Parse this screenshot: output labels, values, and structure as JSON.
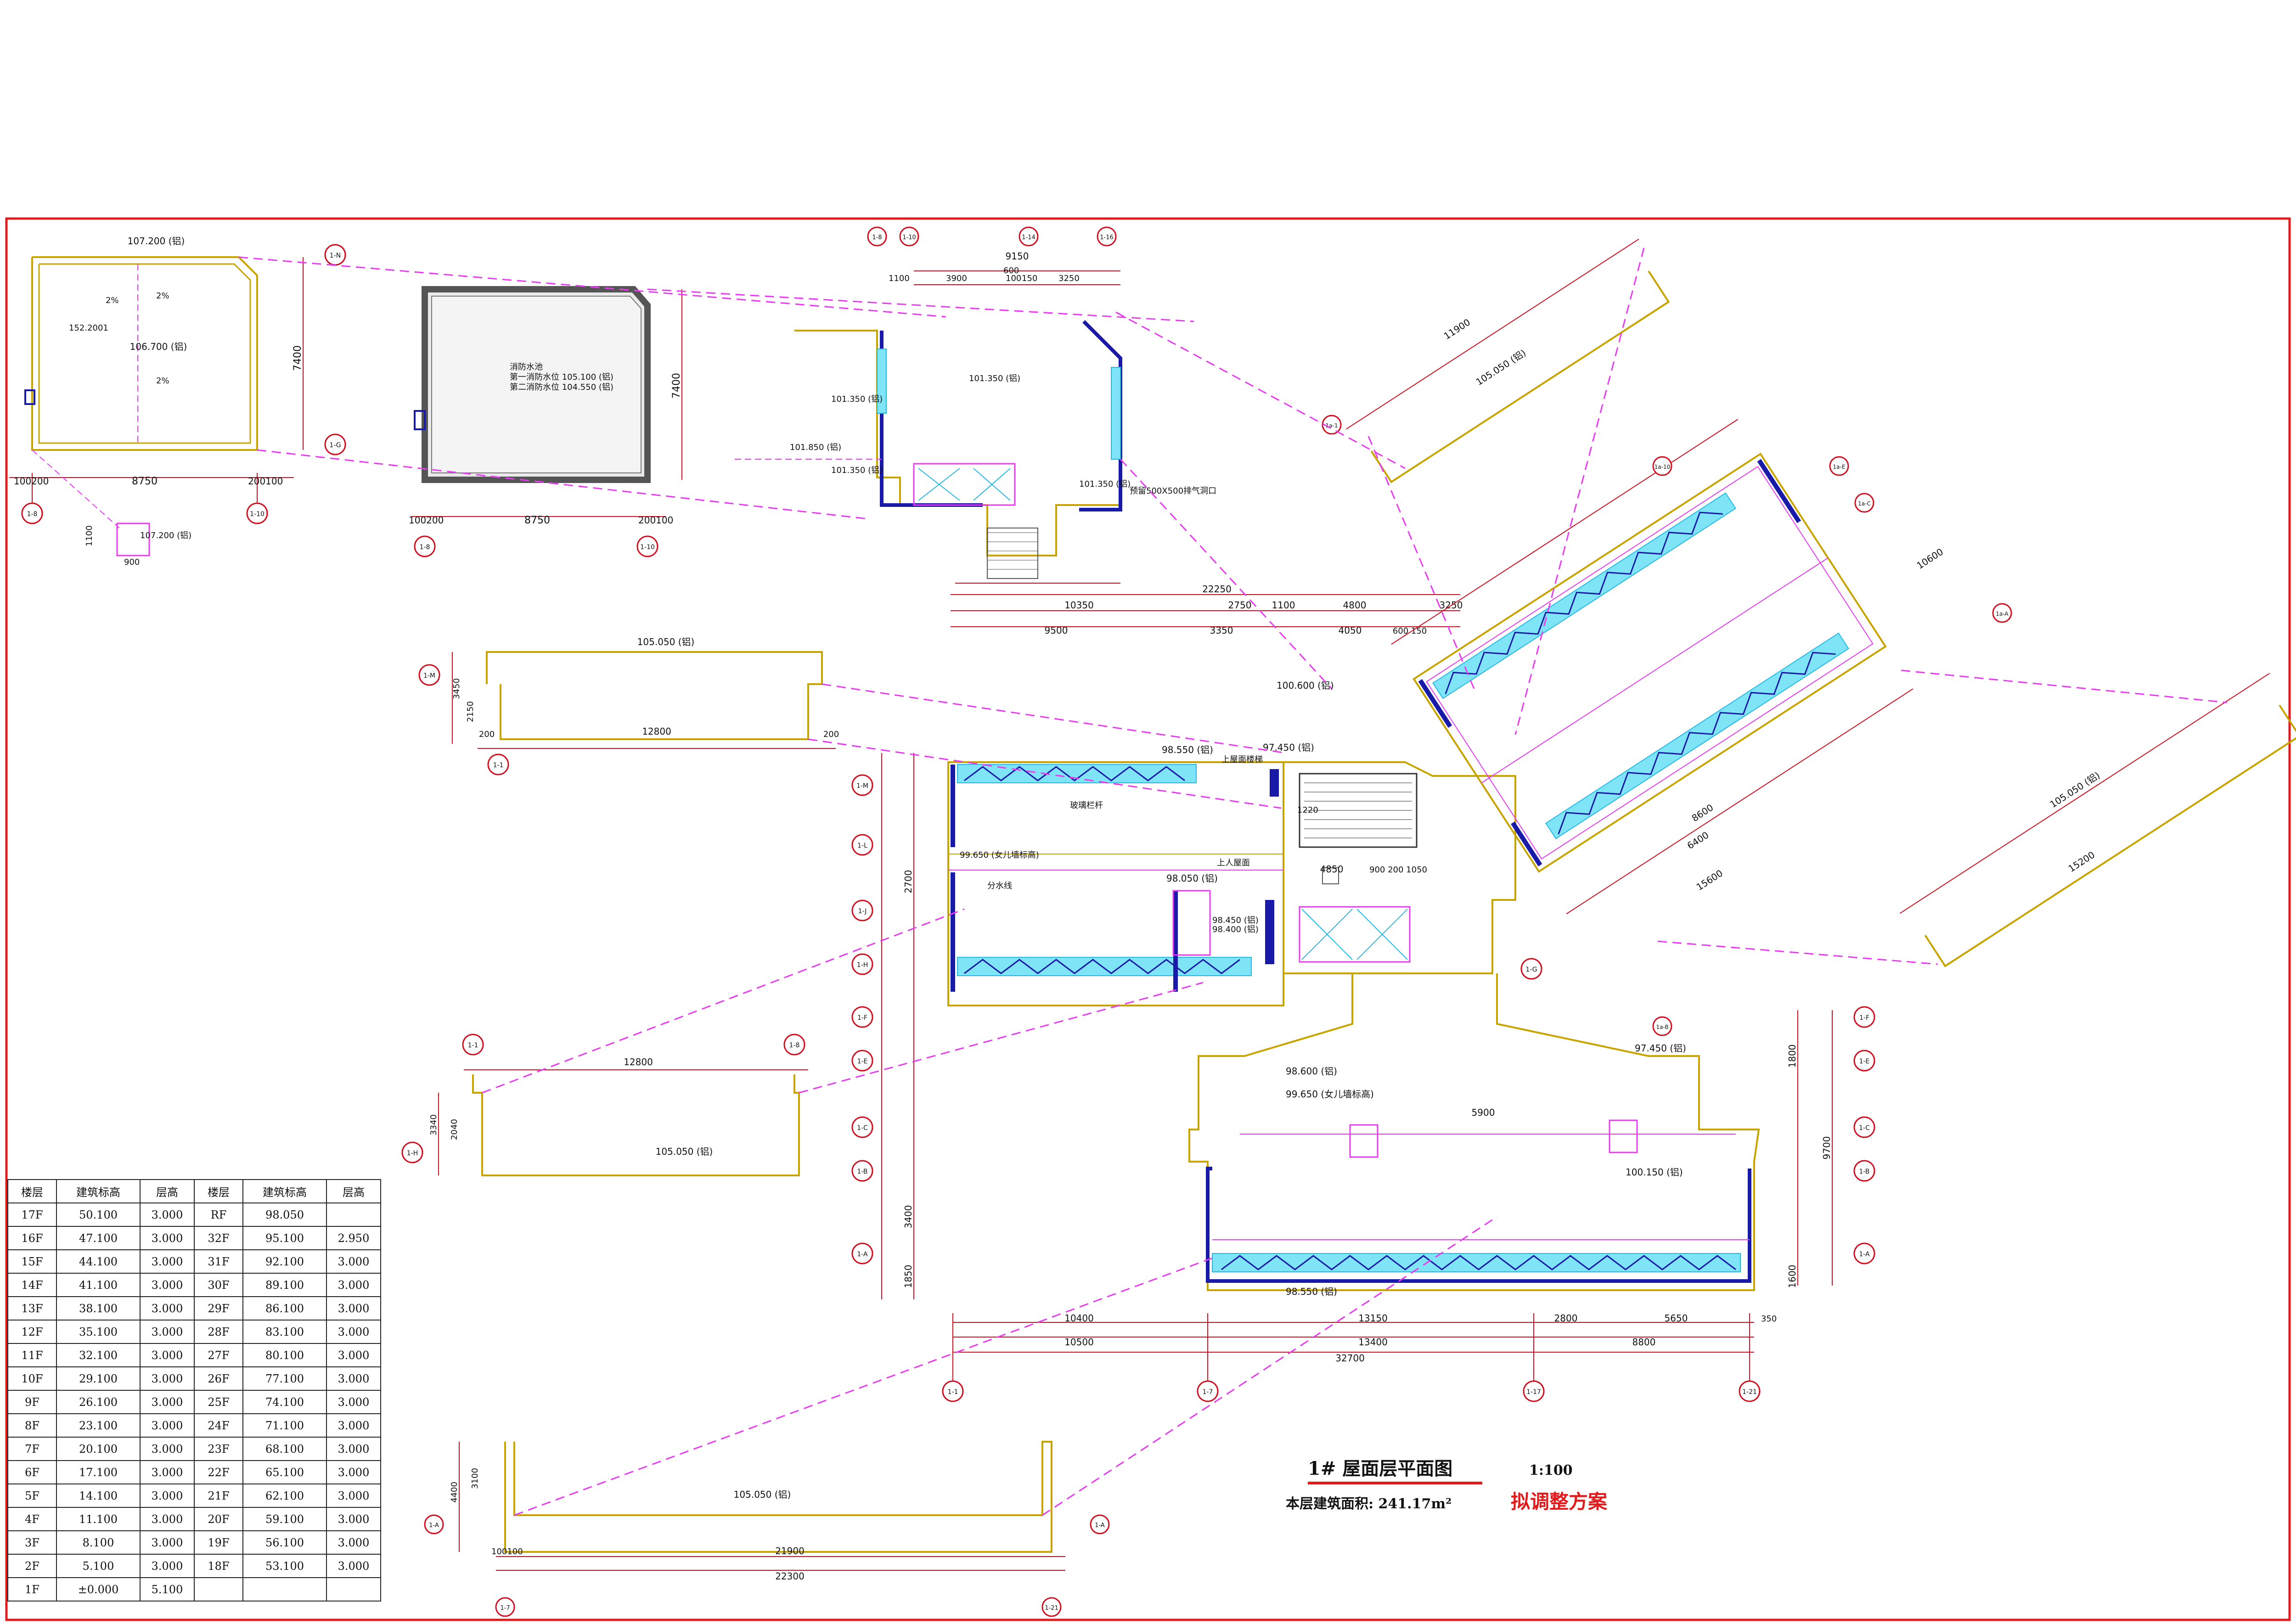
{
  "drawing": {
    "title": "1# 屋面层平面图",
    "scale": "1:100",
    "area_label": "本层建筑面积: 241.17m²",
    "status": "拟调整方案"
  },
  "colors": {
    "frame": "#e31a1c",
    "magenta_dash": "#e83cf0",
    "gold": "#c8a400",
    "wall": "#1a1aa8",
    "glass": "#26b9e6",
    "dim": "#d01020",
    "cyan_fill": "#7fe4f5"
  },
  "floor_table": {
    "headers": [
      "楼层",
      "建筑标高",
      "层高",
      "楼层",
      "建筑标高",
      "层高"
    ],
    "rows": [
      [
        "17F",
        "50.100",
        "3.000",
        "RF",
        "98.050",
        ""
      ],
      [
        "16F",
        "47.100",
        "3.000",
        "32F",
        "95.100",
        "2.950"
      ],
      [
        "15F",
        "44.100",
        "3.000",
        "31F",
        "92.100",
        "3.000"
      ],
      [
        "14F",
        "41.100",
        "3.000",
        "30F",
        "89.100",
        "3.000"
      ],
      [
        "13F",
        "38.100",
        "3.000",
        "29F",
        "86.100",
        "3.000"
      ],
      [
        "12F",
        "35.100",
        "3.000",
        "28F",
        "83.100",
        "3.000"
      ],
      [
        "11F",
        "32.100",
        "3.000",
        "27F",
        "80.100",
        "3.000"
      ],
      [
        "10F",
        "29.100",
        "3.000",
        "26F",
        "77.100",
        "3.000"
      ],
      [
        "9F",
        "26.100",
        "3.000",
        "25F",
        "74.100",
        "3.000"
      ],
      [
        "8F",
        "23.100",
        "3.000",
        "24F",
        "71.100",
        "3.000"
      ],
      [
        "7F",
        "20.100",
        "3.000",
        "23F",
        "68.100",
        "3.000"
      ],
      [
        "6F",
        "17.100",
        "3.000",
        "22F",
        "65.100",
        "3.000"
      ],
      [
        "5F",
        "14.100",
        "3.000",
        "21F",
        "62.100",
        "3.000"
      ],
      [
        "4F",
        "11.100",
        "3.000",
        "20F",
        "59.100",
        "3.000"
      ],
      [
        "3F",
        "8.100",
        "3.000",
        "19F",
        "56.100",
        "3.000"
      ],
      [
        "2F",
        "5.100",
        "3.000",
        "18F",
        "53.100",
        "3.000"
      ],
      [
        "1F",
        "±0.000",
        "5.100",
        "",
        "",
        ""
      ]
    ]
  },
  "top_left_plan": {
    "elev_top": "107.200 (铝)",
    "elev_mid": "106.700 (铝)",
    "slope_a": "2%",
    "slope_b": "2%",
    "slope_c": "2%",
    "elev_left": "152.2001",
    "elev_bottom": "107.200 (铝)",
    "dim_width": "8750",
    "dim_left": "100200",
    "dim_right": "200100",
    "dim_height": "7400",
    "dim_1100": "1100",
    "dim_900": "900",
    "axis_bottom_left": "1-8",
    "axis_bottom_right": "1-10",
    "axis_top": "1-N",
    "axis_mid": "1-G"
  },
  "water_tank_plan": {
    "label_1": "消防水池",
    "label_2": "第一消防水位 105.100 (铝)",
    "label_3": "第二消防水位 104.550 (铝)",
    "dim_width": "8750",
    "dim_left": "100200",
    "dim_right": "200100",
    "dim_height": "7400",
    "axis_left": "1-8",
    "axis_right": "1-10"
  },
  "top_center_plan": {
    "dim_total": "9150",
    "dim_a": "1100",
    "dim_b": "3900",
    "dim_c": "600",
    "dim_d": "100",
    "dim_e": "150",
    "dim_f": "3250",
    "elev_a": "101.350 (铝)",
    "elev_b": "101.850 (铝)",
    "elev_c": "101.350 (铝)",
    "elev_d": "101.350 (铝)",
    "elev_e": "101.350 (铝)",
    "note": "预留500X500排气洞口",
    "axis_a": "1-8",
    "axis_b": "1-10",
    "axis_c": "1-14",
    "axis_d": "1-16"
  },
  "main_plan": {
    "dim_22250": "22250",
    "dim_10350": "10350",
    "dim_9500": "9500",
    "dim_2750": "2750",
    "dim_1100": "1100",
    "dim_4800": "4800",
    "dim_3250": "3250",
    "dim_3350": "3350",
    "dim_4050": "4050",
    "dim_600": "600",
    "dim_150": "150",
    "elev_97450": "97.450 (铝)",
    "elev_98550": "98.550 (铝)",
    "elev_98050": "98.050 (铝)",
    "elev_99650": "99.650 (女儿墙标高)",
    "elev_98450": "98.450 (铝)",
    "elev_98400": "98.400 (铝)",
    "elev_100600": "100.600 (铝)",
    "elev_98600": "98.600 (铝)",
    "elev_100150": "100.150 (铝)",
    "label_roof": "上人屋面",
    "label_glass": "玻璃栏杆",
    "label_stairs": "上屋面楼梯",
    "label_divide": "分水线",
    "dim_4850": "4850",
    "dim_900_2": "900 200 1050",
    "dim_5900": "5900",
    "dim_1220": "1220",
    "axis_1M": "1-M",
    "axis_1L": "1-L",
    "axis_1J": "1-J",
    "axis_1H": "1-H",
    "axis_1G": "1-G",
    "axis_1F": "1-F",
    "axis_1E": "1-E",
    "axis_1C": "1-C",
    "axis_1B": "1-B",
    "axis_1A": "1-A",
    "dim_10400": "10400",
    "dim_13150": "13150",
    "dim_2800": "2800",
    "dim_5650": "5650",
    "dim_350": "350",
    "dim_10500": "10500",
    "dim_13400": "13400",
    "dim_8800": "8800",
    "dim_32700": "32700",
    "axis_b1": "1-1",
    "axis_b7": "1-7",
    "axis_b17": "1-17",
    "axis_b21": "1-21",
    "dim_1800": "1800",
    "dim_2700": "2700",
    "dim_3400": "3400",
    "dim_1850": "1850",
    "dim_9700": "9700",
    "dim_1600": "1600"
  },
  "parapet_top": {
    "elev": "105.050 (铝)",
    "dim": "12800",
    "dim_l": "200",
    "dim_r": "200",
    "dim_v1": "3450",
    "dim_v2": "2150",
    "axis": "1-M",
    "axis_b": "1-1"
  },
  "parapet_mid": {
    "elev": "105.050 (铝)",
    "dim": "12800",
    "dim_v": "3340",
    "dim_v2": "2040",
    "axis_l": "1-1",
    "axis_r": "1-8",
    "axis_side": "1-H"
  },
  "parapet_bottom": {
    "elev": "105.050 (铝)",
    "dim_a": "21900",
    "dim_b": "22300",
    "dim_l": "100100",
    "dim_v": "4400",
    "dim_v2": "3100",
    "axis_l": "1-7",
    "axis_r": "1-21",
    "axis_side": "1-A",
    "axis_side2": "1-A"
  },
  "rotated_wing": {
    "elev": "105.050 (铝)",
    "dim_a": "11900",
    "dim_b": "15200",
    "dim_c": "15600",
    "dim_d": "10600",
    "dim_e": "8600",
    "dim_f": "6400",
    "axis_a": "1a-1",
    "axis_b": "1a-A",
    "axis_c": "1a-B",
    "axis_d": "1a-C",
    "axis_e": "1a-E",
    "axis_f": "1a-10"
  }
}
